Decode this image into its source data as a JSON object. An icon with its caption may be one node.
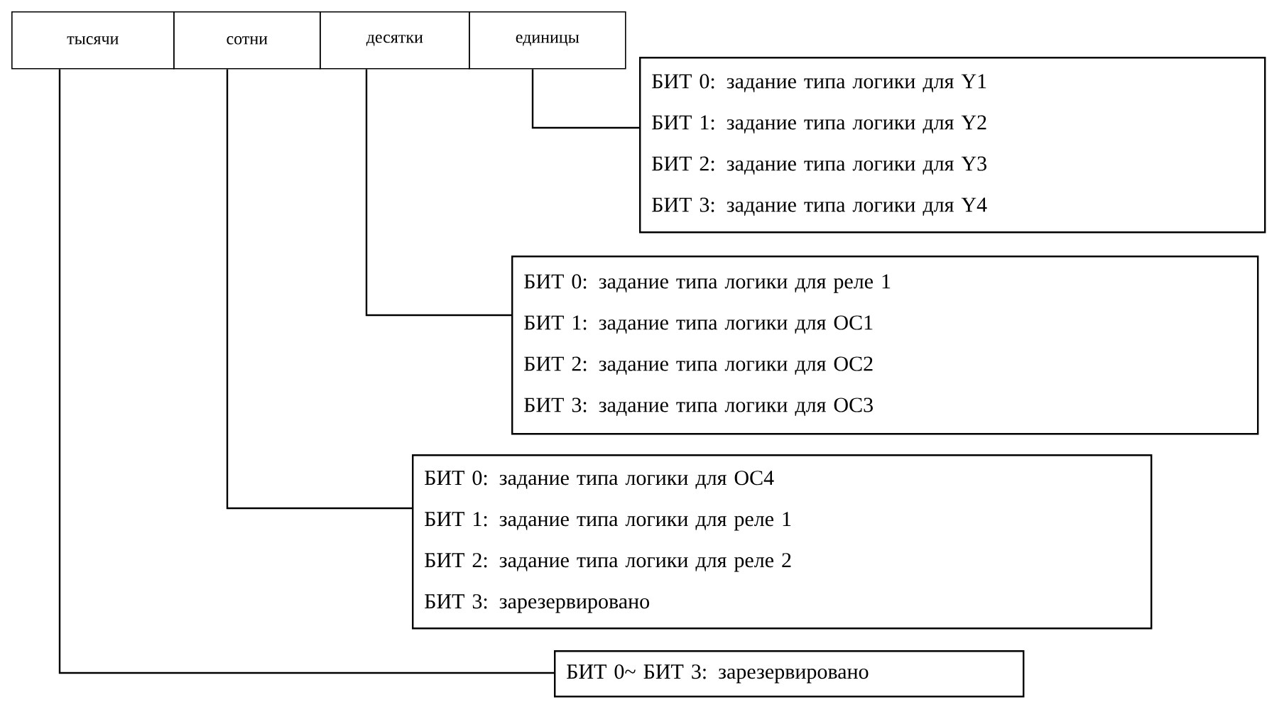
{
  "diagram": {
    "nodes": [
      {
        "text": [
          "тысячи"
        ]
      },
      {
        "text": [
          "сотни"
        ]
      },
      {
        "text": [
          "десятки"
        ]
      },
      {
        "text": [
          "единицы"
        ]
      },
      {
        "text": [
          "БИТ 0: задание типа логики для Y1",
          "БИТ 1: задание типа логики для Y2",
          "БИТ 2: задание типа логики для Y3",
          "БИТ 3: задание типа логики для Y4"
        ]
      },
      {
        "text": [
          "БИТ 0: задание типа логики для реле 1",
          "БИТ 1: задание типа логики для OC1",
          "БИТ 2: задание типа логики для OC2",
          "БИТ 3: задание типа логики для OC3"
        ]
      },
      {
        "text": [
          "БИТ 0: задание типа логики для OC4",
          "БИТ 1: задание типа логики для реле 1",
          "БИТ 2:  задание типа логики для реле 2",
          "БИТ 3: зарезервировано"
        ]
      },
      {
        "text": [
          "БИТ 0~ БИТ 3: зарезервировано"
        ]
      }
    ],
    "edges": [
      {
        "from": 3,
        "to": 4,
        "arrow": "none"
      },
      {
        "from": 2,
        "to": 5,
        "arrow": "none"
      },
      {
        "from": 1,
        "to": 6,
        "arrow": "none"
      },
      {
        "from": 0,
        "to": 7,
        "arrow": "none"
      }
    ]
  }
}
